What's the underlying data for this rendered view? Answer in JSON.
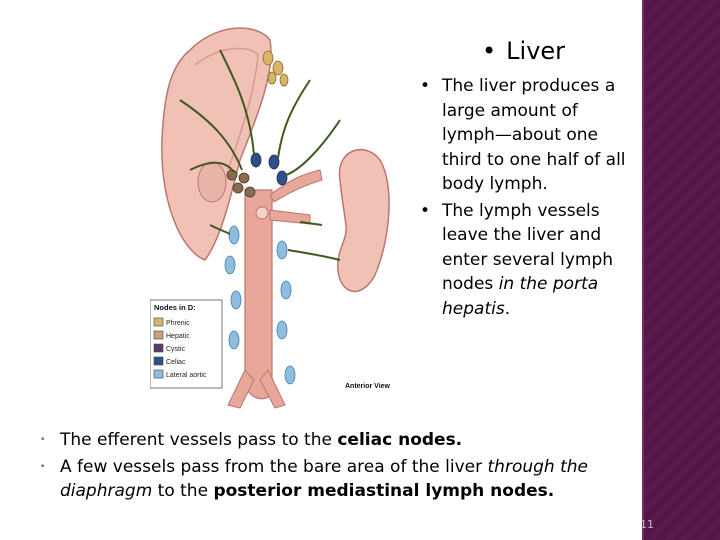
{
  "heading": {
    "bullet": "•",
    "text": "Liver"
  },
  "right_bullets": [
    {
      "bullet": "•",
      "parts": [
        {
          "text": "The liver produces a large amount of lymph—about one third to one half of all body lymph.",
          "style": "normal"
        }
      ]
    },
    {
      "bullet": "•",
      "parts": [
        {
          "text": "The lymph vessels leave the liver and enter several lymph nodes ",
          "style": "normal"
        },
        {
          "text": "in the porta hepatis",
          "style": "italic"
        },
        {
          "text": ".",
          "style": "normal"
        }
      ]
    }
  ],
  "bottom_bullets": [
    {
      "bullet": "•",
      "parts": [
        {
          "text": "The efferent vessels pass to the ",
          "style": "normal"
        },
        {
          "text": "celiac nodes.",
          "style": "bold"
        }
      ]
    },
    {
      "bullet": "•",
      "parts": [
        {
          "text": "A few vessels pass from the bare area of the liver ",
          "style": "normal"
        },
        {
          "text": "through the diaphragm",
          "style": "italic"
        },
        {
          "text": " to the ",
          "style": "normal"
        },
        {
          "text": "posterior mediastinal lymph nodes.",
          "style": "bold"
        }
      ]
    }
  ],
  "figure": {
    "legend_title": "Nodes in D:",
    "legend_items": [
      {
        "label": "Phrenic",
        "color": "#d9b36a"
      },
      {
        "label": "Hepatic",
        "color": "#c9a27a"
      },
      {
        "label": "Cystic",
        "color": "#5b3a6e"
      },
      {
        "label": "Celiac",
        "color": "#2f4f88"
      },
      {
        "label": "Lateral aortic",
        "color": "#8fbde0"
      }
    ],
    "view_label": "Anterior View"
  },
  "slide_number": "11",
  "colors": {
    "side_bar": "#5b1a4e",
    "liver": "#f2c1b6",
    "vessel": "#e8a79a",
    "lymph_vessel": "#3f5a1f",
    "aortic_node": "#8fbde0"
  }
}
